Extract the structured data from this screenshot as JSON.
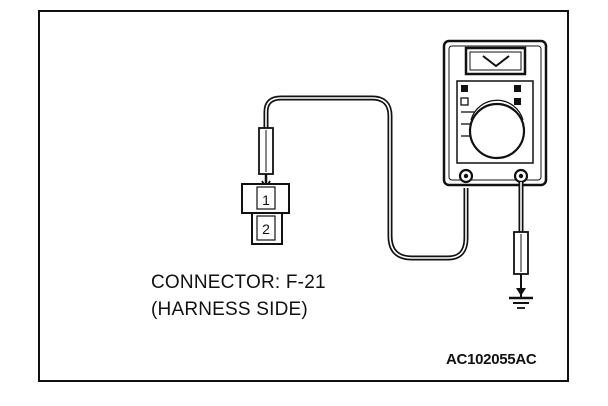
{
  "connector": {
    "label_line1": "CONNECTOR: F-21",
    "label_line2": "(HARNESS SIDE)",
    "pins": [
      "1",
      "2"
    ]
  },
  "figure": {
    "reference": "AC102055AC"
  },
  "icons": {
    "meter": "multimeter-icon",
    "ground": "ground-icon",
    "probe": "test-probe-icon"
  },
  "colors": {
    "line": "#111111",
    "background": "#ffffff"
  }
}
